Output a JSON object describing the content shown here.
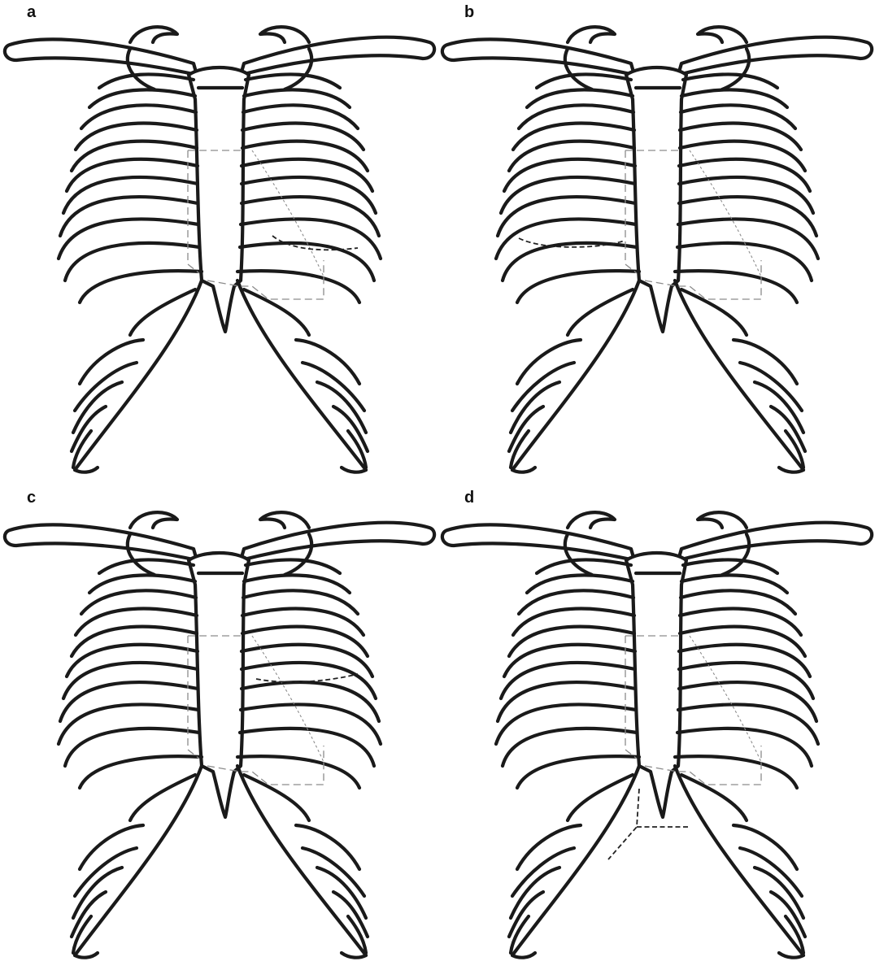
{
  "panels": [
    {
      "label": "a",
      "marker": "left-mid-ribs"
    },
    {
      "label": "b",
      "marker": "right-mid-ribs"
    },
    {
      "label": "c",
      "marker": "left-upper-ribs"
    },
    {
      "label": "d",
      "marker": "xiphoid-lower"
    }
  ]
}
